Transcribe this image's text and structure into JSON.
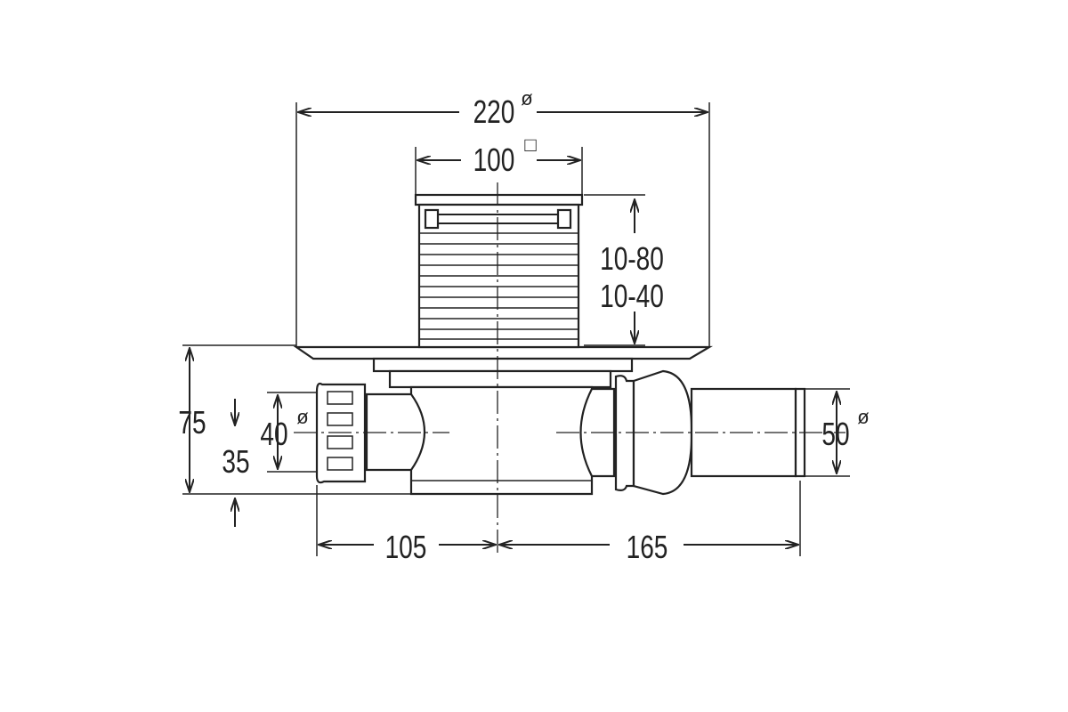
{
  "diagram": {
    "dimensions": {
      "outer_diameter": "220",
      "outer_diameter_symbol": "ø",
      "grate_size": "100",
      "grate_size_symbol": "□",
      "height_range_1": "10-80",
      "height_range_2": "10-40",
      "total_height": "75",
      "outlet_height": "35",
      "inlet_diameter": "40",
      "inlet_diameter_symbol": "ø",
      "outlet_diameter": "50",
      "outlet_diameter_symbol": "ø",
      "left_length": "105",
      "right_length": "165"
    }
  }
}
